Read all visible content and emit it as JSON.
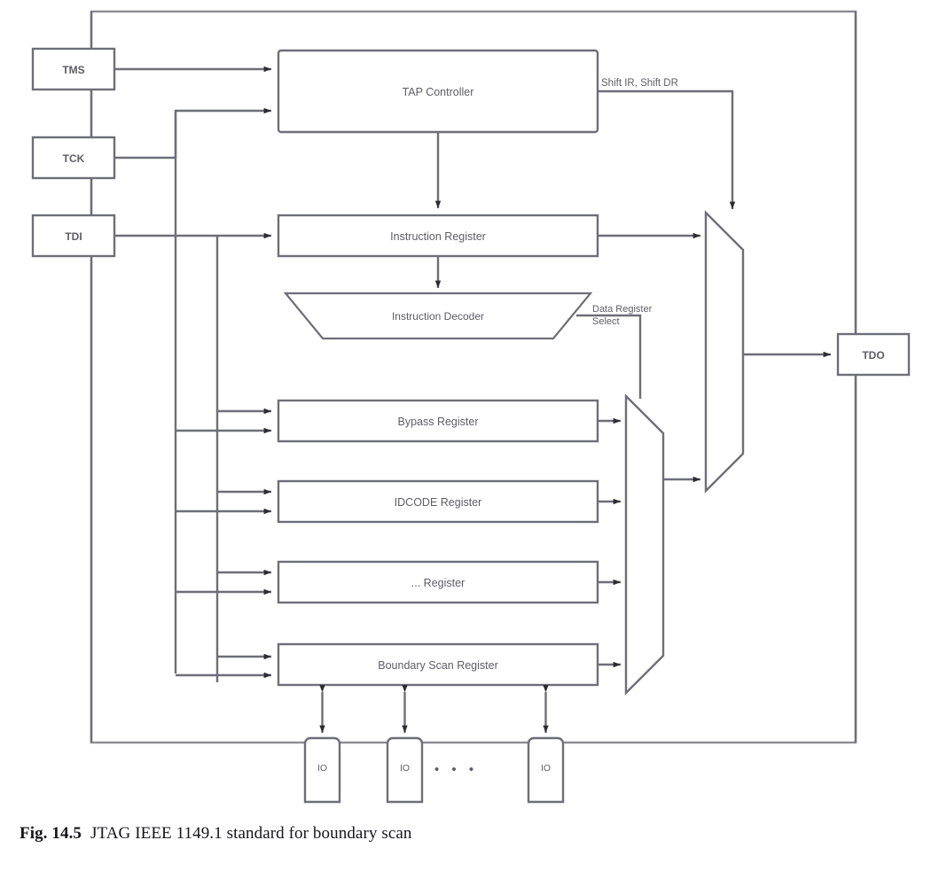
{
  "figure": {
    "caption_number": "Fig. 14.5",
    "caption_text": "JTAG IEEE 1149.1 standard for boundary scan",
    "chip_boundary_label": ""
  },
  "colors": {
    "line": "#6e6e78",
    "line_dark": "#3a3a42",
    "text": "#5d5d66",
    "caption": "#15151c",
    "fill": "#ffffff"
  },
  "pins": [
    {
      "id": "tms",
      "label": "TMS"
    },
    {
      "id": "tck",
      "label": "TCK"
    },
    {
      "id": "tdi",
      "label": "TDI"
    },
    {
      "id": "tdo",
      "label": "TDO"
    }
  ],
  "blocks": [
    {
      "id": "tap_controller",
      "label": "TAP Controller"
    },
    {
      "id": "instruction_register",
      "label": "Instruction Register"
    },
    {
      "id": "instruction_decoder",
      "label": "Instruction Decoder"
    },
    {
      "id": "bypass_register",
      "label": "Bypass Register"
    },
    {
      "id": "idcode_register",
      "label": "IDCODE Register"
    },
    {
      "id": "other_register",
      "label": "... Register"
    },
    {
      "id": "boundary_scan_register",
      "label": "Boundary Scan Register"
    }
  ],
  "signal_labels": {
    "shift": "Shift IR, Shift DR",
    "data_register_select_line1": "Data Register",
    "data_register_select_line2": "Select"
  },
  "io_cells": [
    {
      "id": "io_1",
      "label": "IO"
    },
    {
      "id": "io_2",
      "label": "IO"
    },
    {
      "id": "io_n",
      "label": "IO"
    }
  ],
  "ellipsis": "•   •   •",
  "muxes": [
    {
      "id": "data_register_mux",
      "inputs": 4
    },
    {
      "id": "output_mux",
      "inputs": 2
    }
  ]
}
